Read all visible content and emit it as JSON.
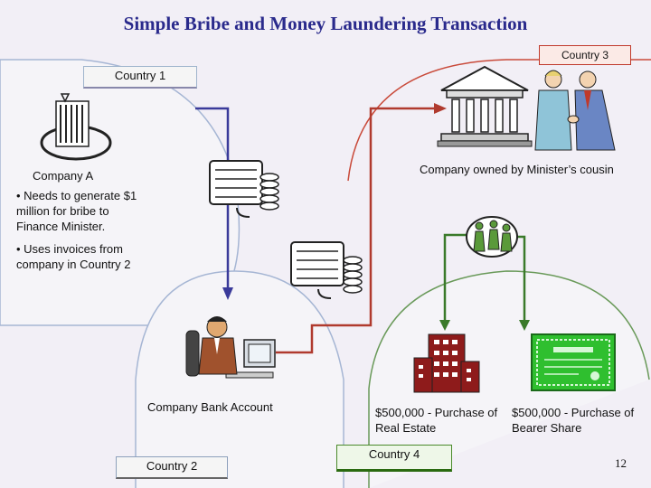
{
  "slide": {
    "title": "Simple Bribe and Money Laundering Transaction",
    "page_number": "12"
  },
  "regions": {
    "country1": "Country 1",
    "country2": "Country 2",
    "country3": "Country 3",
    "country4": "Country 4"
  },
  "labels": {
    "company_a": "Company A",
    "bullet_1": "• Needs to generate $1 million for bribe to Finance Minister.",
    "bullet_2": "• Uses invoices from company in Country 2",
    "cousin_company": "Company owned by Minister’s cousin",
    "bank_account": "Company Bank Account",
    "real_estate": "$500,000 - Purchase of Real Estate",
    "bearer_share": "$500,000 - Purchase of Bearer Share"
  },
  "colors": {
    "arrow_blue": "#3a3a9a",
    "arrow_red": "#b03a2e",
    "arrow_green": "#3a7a2a"
  },
  "icons": [
    "office-building-icon",
    "cash-register-icon",
    "government-bank-icon",
    "handshake-people-icon",
    "dancing-people-icon",
    "businessman-computer-icon",
    "apartment-building-icon",
    "share-certificate-icon"
  ]
}
